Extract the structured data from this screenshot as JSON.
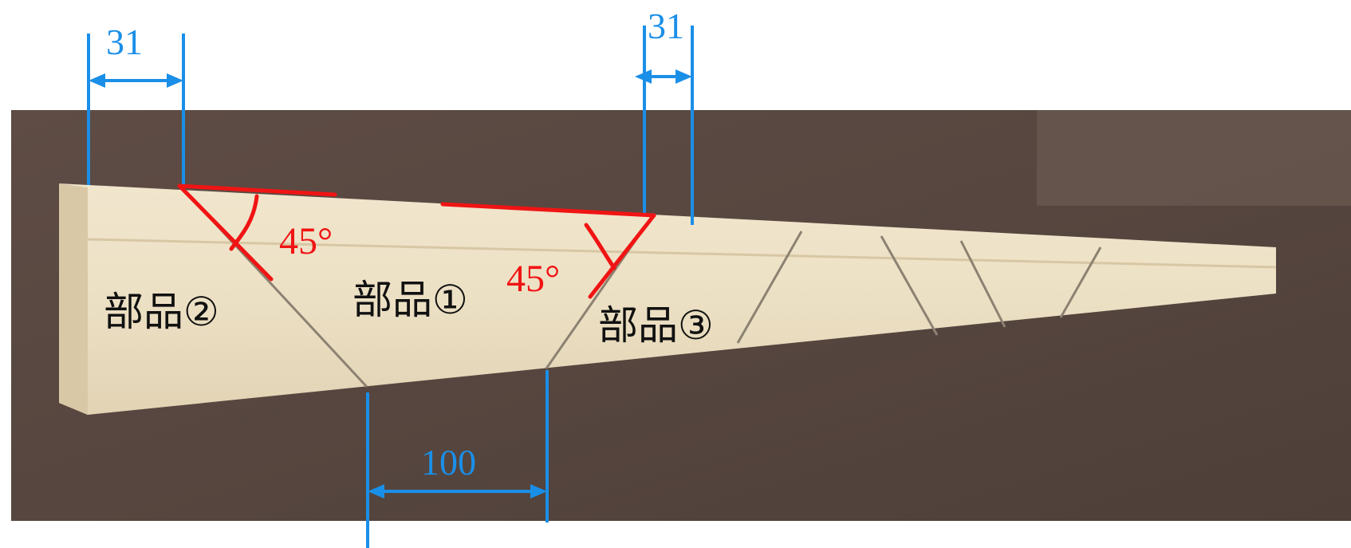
{
  "dimensions": {
    "left_offset": "31",
    "right_offset": "31",
    "bottom_span": "100"
  },
  "angles": {
    "left": "45°",
    "right": "45°"
  },
  "parts": {
    "part1": "部品①",
    "part2": "部品②",
    "part3": "部品③"
  },
  "colors": {
    "dimension": "#1a8fe8",
    "angle": "#f01414",
    "text": "#111111",
    "background": "#5a4a43",
    "wood": "#eadcc0"
  }
}
